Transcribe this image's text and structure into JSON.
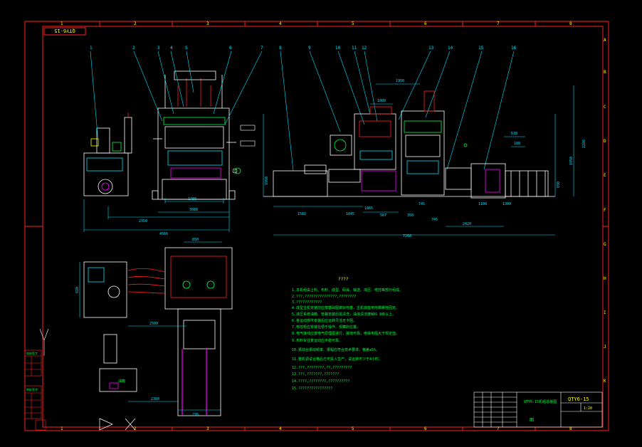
{
  "drawing": {
    "model_stamp": "QTY6-15",
    "title_block_model": "QTY6-15",
    "scale": "1:20",
    "notes_heading": "????",
    "title_block_name": "QTY6-15机组总装图",
    "title_block_label": "图"
  },
  "frame": {
    "top_columns": [
      "1",
      "2",
      "3",
      "4",
      "5",
      "6",
      "7",
      "8"
    ],
    "bottom_columns": [
      "1",
      "2",
      "3",
      "4",
      "5",
      "6",
      "7",
      "8"
    ],
    "right_rows": [
      "A",
      "B",
      "C",
      "D",
      "E",
      "F",
      "G",
      "H",
      "I",
      "J",
      "K"
    ]
  },
  "balloons": [
    "1",
    "2",
    "3",
    "4",
    "5",
    "6",
    "7",
    "8",
    "9",
    "10",
    "11",
    "12",
    "13",
    "14",
    "15",
    "16"
  ],
  "dimensions": {
    "left_view": [
      "1780",
      "3088",
      "2350",
      "4566"
    ],
    "right_view": [
      "1950",
      "1080",
      "1582",
      "1045",
      "1865",
      "567",
      "350",
      "745",
      "745",
      "1108",
      "1300",
      "2420",
      "7268",
      "630",
      "180",
      "2286",
      "1950",
      "650",
      "1950"
    ],
    "plan_view": [
      "820",
      "850",
      "2500",
      "2360",
      "276"
    ]
  },
  "notes": [
    "1.本机组由上料、布料、成型、码垛、输送、液压、电控等部分组成。",
    "2.???,???????????????,????????",
    "3.????????????",
    "4.成型主机安装前应按基础图做好地基，主机底座用地脚螺栓固定。",
    "5.液压系统油箱、管路安装后需清洗，油液清洁度NAS 8级以上。",
    "6.各运动部件安装后应运转灵活无卡阻。",
    "7.电控柜应安装在便于操作、观察的位置。",
    "8.电气接线应按电气原理图进行，接地可靠，绝缘电阻大于规定值。",
    "9.布料车往复运动应平稳可靠。",
    "10.振动台振动频率、振幅应符合技术要求，偏差±5%。",
    "11.整机调试合格后方可投入生产，试运转不少于4小时。",
    "12.???,????????,??,?????????",
    "13.???,???????,???????",
    "14.????,????????,??????????",
    "15.????????????????"
  ],
  "side_labels": {
    "panel_a": "校核签字",
    "panel_b": "审批签字",
    "tank_label": "油箱"
  },
  "colors": {
    "background": "#000000",
    "frame": "#ff2020",
    "geometry": "#ffffff",
    "dimension": "#00e0ff",
    "text": "#00ff40",
    "accent": "#ff00ff",
    "yellow": "#ffff00"
  }
}
